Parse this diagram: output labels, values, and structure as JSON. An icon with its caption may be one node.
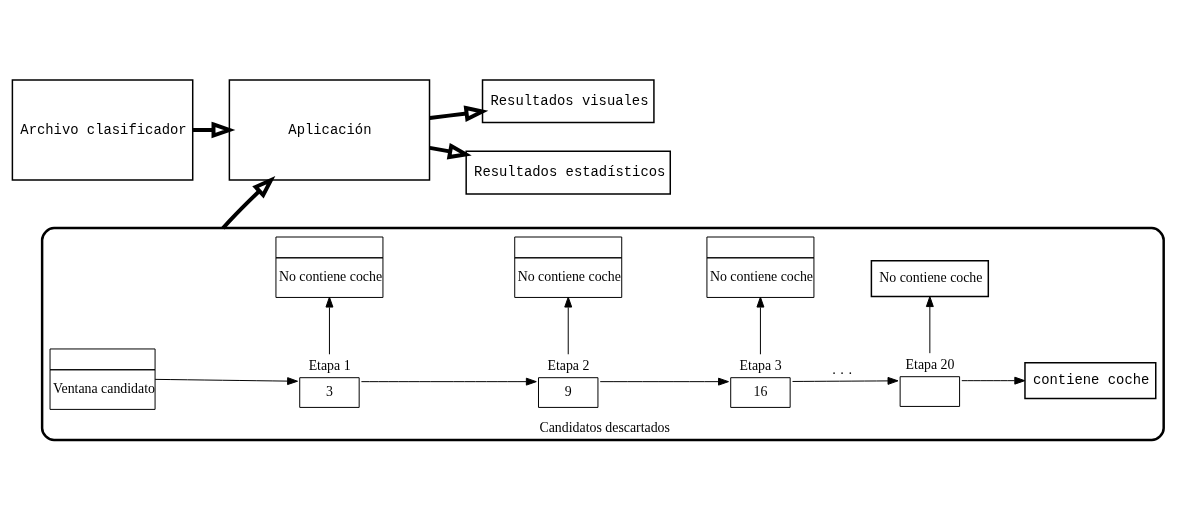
{
  "diagram": {
    "nodes": [
      {
        "text": [
          "Archivo clasificador"
        ]
      },
      {
        "text": [
          "Aplicación"
        ]
      },
      {
        "text": [
          "Resultados visuales"
        ]
      },
      {
        "text": [
          "Resultados estadísticos"
        ]
      },
      {
        "text": [
          "Candidatos descartados"
        ]
      },
      {
        "text": [
          "Ventana candidato"
        ],
        "in": 4
      },
      {
        "text": [
          "3"
        ],
        "beside": [
          "Etapa 1"
        ],
        "in": 4
      },
      {
        "text": [
          "9"
        ],
        "beside": [
          "Etapa 2"
        ],
        "in": 4
      },
      {
        "text": [
          "16"
        ],
        "beside": [
          "Etapa 3"
        ],
        "in": 4
      },
      {
        "text": [],
        "shape": "box",
        "beside": [
          "Etapa 20"
        ],
        "in": 4
      },
      {
        "text": [
          "contiene coche"
        ],
        "in": 4
      },
      {
        "text": [
          "No contiene coche"
        ],
        "in": 4
      },
      {
        "text": [
          "No contiene coche"
        ],
        "in": 4
      },
      {
        "text": [
          "No contiene coche"
        ],
        "in": 4
      },
      {
        "text": [
          "No contiene coche"
        ],
        "in": 4
      }
    ],
    "edges": [
      {
        "from": 0,
        "to": 1,
        "arrow": "to",
        "style": "thick"
      },
      {
        "from": 1,
        "to": 2,
        "arrow": "to",
        "style": "thick"
      },
      {
        "from": 1,
        "to": 3,
        "arrow": "to",
        "style": "thick"
      },
      {
        "from": 4,
        "to": 1,
        "arrow": "to",
        "style": "thick"
      },
      {
        "from": 5,
        "to": 6,
        "arrow": "to"
      },
      {
        "from": 6,
        "to": 7,
        "arrow": "to"
      },
      {
        "from": 7,
        "to": 8,
        "arrow": "to"
      },
      {
        "from": 8,
        "to": 9,
        "arrow": "to",
        "label": "· · ·"
      },
      {
        "from": 9,
        "to": 10,
        "arrow": "to"
      },
      {
        "from": 6,
        "to": 11,
        "arrow": "to"
      },
      {
        "from": 7,
        "to": 12,
        "arrow": "to"
      },
      {
        "from": 8,
        "to": 13,
        "arrow": "to"
      },
      {
        "from": 9,
        "to": 14,
        "arrow": "to"
      }
    ]
  }
}
